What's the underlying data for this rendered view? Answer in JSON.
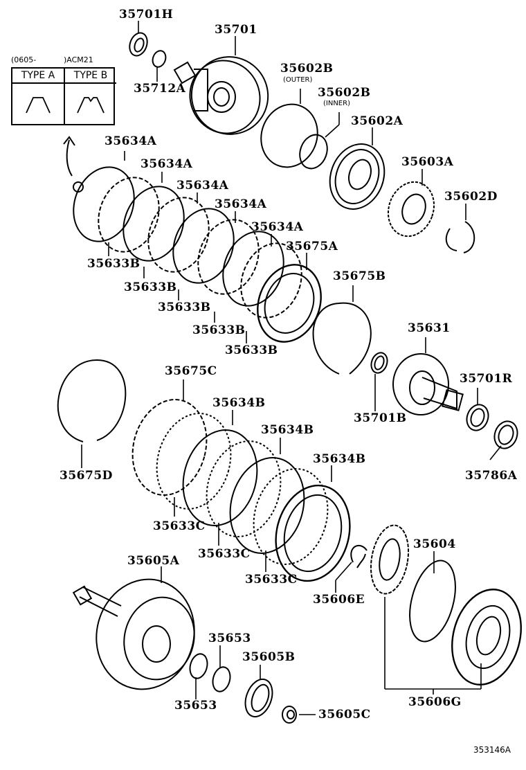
{
  "diagram": {
    "title": "Automatic transmission clutch / brake pack exploded parts diagram",
    "illustration_code": "353146A",
    "variant_table": {
      "range_start": "(0605-",
      "range_end": ")ACM21",
      "columns": [
        {
          "label": "TYPE A",
          "shape": "flat-top-trapezoid"
        },
        {
          "label": "TYPE B",
          "shape": "notched-top-trapezoid"
        }
      ]
    },
    "parts": [
      {
        "number": "35701H"
      },
      {
        "number": "35701"
      },
      {
        "number": "35712A"
      },
      {
        "number": "35602B",
        "note": "(OUTER)"
      },
      {
        "number": "35602B",
        "note": "(INNER)"
      },
      {
        "number": "35602A"
      },
      {
        "number": "35603A"
      },
      {
        "number": "35602D"
      },
      {
        "number": "35634A"
      },
      {
        "number": "35634A"
      },
      {
        "number": "35634A"
      },
      {
        "number": "35634A"
      },
      {
        "number": "35634A"
      },
      {
        "number": "35675A"
      },
      {
        "number": "35633B"
      },
      {
        "number": "35633B"
      },
      {
        "number": "35633B"
      },
      {
        "number": "35633B"
      },
      {
        "number": "35633B"
      },
      {
        "number": "35675B"
      },
      {
        "number": "35631"
      },
      {
        "number": "35701R"
      },
      {
        "number": "35701B"
      },
      {
        "number": "35786A"
      },
      {
        "number": "35675C"
      },
      {
        "number": "35675D"
      },
      {
        "number": "35634B"
      },
      {
        "number": "35634B"
      },
      {
        "number": "35634B"
      },
      {
        "number": "35633C"
      },
      {
        "number": "35633C"
      },
      {
        "number": "35633C"
      },
      {
        "number": "35604"
      },
      {
        "number": "35606E"
      },
      {
        "number": "35605A"
      },
      {
        "number": "35653"
      },
      {
        "number": "35653"
      },
      {
        "number": "35605B"
      },
      {
        "number": "35605C"
      },
      {
        "number": "35606G"
      }
    ]
  }
}
